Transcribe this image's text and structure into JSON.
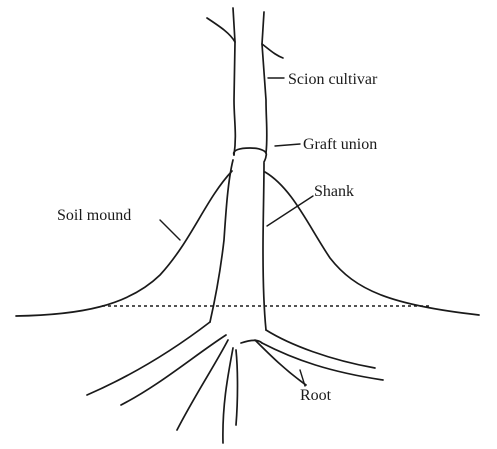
{
  "labels": {
    "scion": "Scion cultivar",
    "graft": "Graft union",
    "shank": "Shank",
    "soil": "Soil mound",
    "root": "Root"
  }
}
